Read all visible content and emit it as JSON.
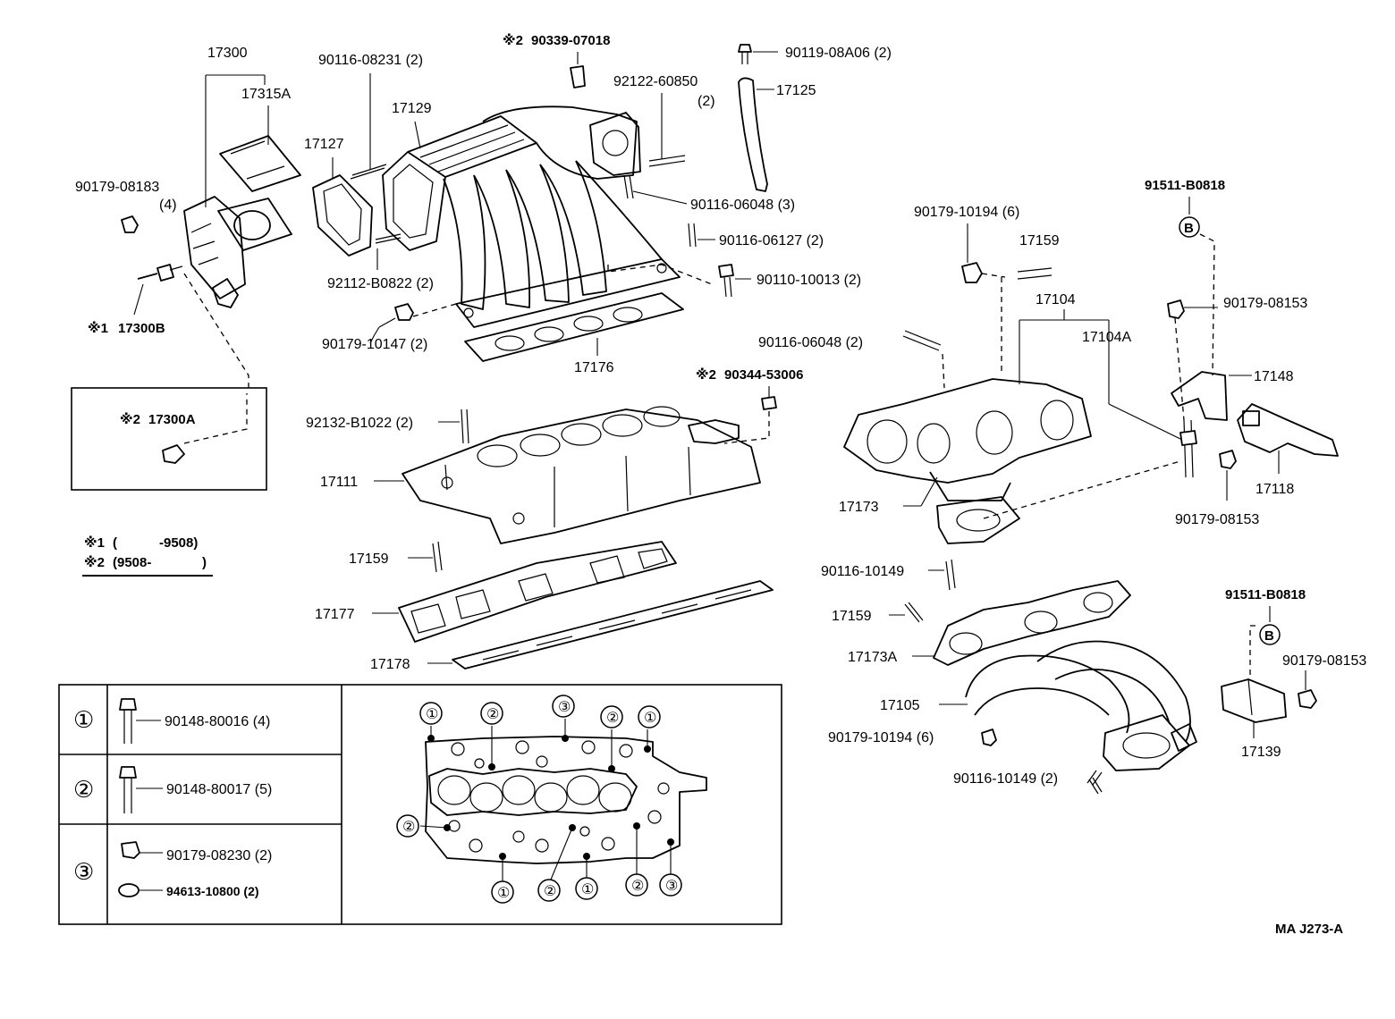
{
  "labels": {
    "p17300": "17300",
    "p17315A": "17315A",
    "p90179_08183": "90179-08183",
    "q4": "(4)",
    "p17300B_mark": "※1",
    "p17300B": "17300B",
    "p17300A_mark": "※2",
    "p17300A": "17300A",
    "p90116_08231": "90116-08231 (2)",
    "p17129": "17129",
    "p17127": "17127",
    "p90339_mark": "※2",
    "p90339": "90339-07018",
    "p92122": "92122-60850",
    "q2a": "(2)",
    "p90119": "90119-08A06 (2)",
    "p17125": "17125",
    "p90116_06048_3": "90116-06048 (3)",
    "p90116_06127": "90116-06127 (2)",
    "p90110": "90110-10013 (2)",
    "p92112": "92112-B0822 (2)",
    "p90179_10147": "90179-10147 (2)",
    "p17176": "17176",
    "p90344_mark": "※2",
    "p90344": "90344-53006",
    "p92132": "92132-B1022 (2)",
    "p17111": "17111",
    "p17159_a": "17159",
    "p17177": "17177",
    "p17178": "17178",
    "p90179_10194_6a": "90179-10194 (6)",
    "p17159_b": "17159",
    "p17104": "17104",
    "p17104A": "17104A",
    "p90116_06048_2": "90116-06048 (2)",
    "p91511_a": "91511-B0818",
    "p90179_08153_a": "90179-08153",
    "p17148": "17148",
    "p17118": "17118",
    "p90179_08153_b": "90179-08153",
    "p17173": "17173",
    "p90116_10149": "90116-10149",
    "p17159_c": "17159",
    "p17173A": "17173A",
    "p17105": "17105",
    "p90179_10194_6b": "90179-10194 (6)",
    "p90116_10149_2": "90116-10149 (2)",
    "p91511_b": "91511-B0818",
    "p90179_08153_c": "90179-08153",
    "p17139": "17139",
    "b_circle": "B",
    "diagram_code": "MA  J273-A"
  },
  "legend": {
    "note1_mark": "※1",
    "note1_paren_open": "(",
    "note1_range": "-9508)",
    "note2_mark": "※2",
    "note2_range": "(9508-",
    "note2_paren_close": ")"
  },
  "bolt_table": {
    "rows": [
      {
        "key": "①",
        "parts": [
          "90148-80016 (4)"
        ]
      },
      {
        "key": "②",
        "parts": [
          "90148-80017 (5)"
        ]
      },
      {
        "key": "③",
        "parts": [
          "90179-08230 (2)",
          "94613-10800 (2)"
        ]
      }
    ],
    "callout_keys": {
      "one": "①",
      "two": "②",
      "three": "③"
    }
  }
}
